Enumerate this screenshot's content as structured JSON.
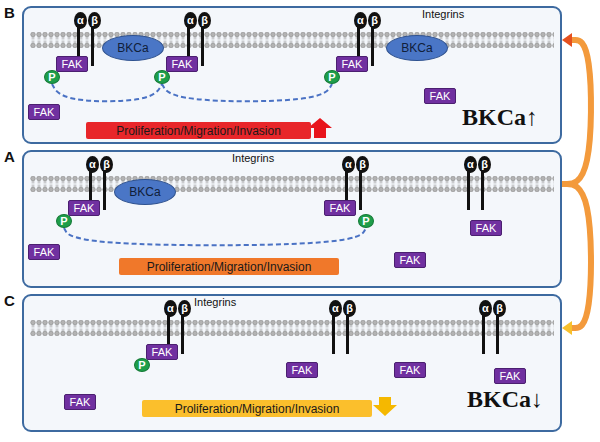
{
  "diagram": {
    "nodes": [
      {
        "text": [
          "B"
        ]
      },
      {
        "text": [
          "α"
        ],
        "in": 0
      },
      {
        "text": [
          "β"
        ],
        "in": 0
      },
      {
        "text": [
          "α"
        ],
        "in": 0
      },
      {
        "text": [
          "β"
        ],
        "in": 0
      },
      {
        "text": [
          "α"
        ],
        "in": 0
      },
      {
        "text": [
          "β"
        ],
        "in": 0
      },
      {
        "text": [
          "BKCa"
        ],
        "in": 0
      },
      {
        "text": [
          "BKCa"
        ],
        "in": 0
      },
      {
        "text": [
          "FAK"
        ],
        "in": 0
      },
      {
        "text": [
          "FAK"
        ],
        "in": 0
      },
      {
        "text": [
          "FAK"
        ],
        "in": 0
      },
      {
        "text": [
          "P"
        ],
        "in": 0
      },
      {
        "text": [
          "P"
        ],
        "in": 0
      },
      {
        "text": [
          "P"
        ],
        "in": 0
      },
      {
        "text": [
          "FAK"
        ],
        "in": 0
      },
      {
        "text": [
          "FAK"
        ],
        "in": 0
      },
      {
        "text": [
          "Proliferation/Migration/Invasion"
        ],
        "in": 0
      },
      {
        "text": [
          "A"
        ]
      },
      {
        "text": [
          "α"
        ],
        "in": 18
      },
      {
        "text": [
          "β"
        ],
        "in": 18
      },
      {
        "text": [
          "α"
        ],
        "in": 18
      },
      {
        "text": [
          "β"
        ],
        "in": 18
      },
      {
        "text": [
          "α"
        ],
        "in": 18
      },
      {
        "text": [
          "β"
        ],
        "in": 18
      },
      {
        "text": [
          "BKCa"
        ],
        "in": 18
      },
      {
        "text": [
          "FAK"
        ],
        "in": 18
      },
      {
        "text": [
          "FAK"
        ],
        "in": 18
      },
      {
        "text": [
          "P"
        ],
        "in": 18
      },
      {
        "text": [
          "P"
        ],
        "in": 18
      },
      {
        "text": [
          "FAK"
        ],
        "in": 18
      },
      {
        "text": [
          "FAK"
        ],
        "in": 18
      },
      {
        "text": [
          "FAK"
        ],
        "in": 18
      },
      {
        "text": [
          "Proliferation/Migration/Invasion"
        ],
        "in": 18
      },
      {
        "text": [
          "C"
        ]
      },
      {
        "text": [
          "α"
        ],
        "in": 34
      },
      {
        "text": [
          "β"
        ],
        "in": 34
      },
      {
        "text": [
          "α"
        ],
        "in": 34
      },
      {
        "text": [
          "β"
        ],
        "in": 34
      },
      {
        "text": [
          "α"
        ],
        "in": 34
      },
      {
        "text": [
          "β"
        ],
        "in": 34
      },
      {
        "text": [
          "FAK"
        ],
        "in": 34
      },
      {
        "text": [
          "P"
        ],
        "in": 34
      },
      {
        "text": [
          "FAK"
        ],
        "in": 34
      },
      {
        "text": [
          "FAK"
        ],
        "in": 34
      },
      {
        "text": [
          "FAK"
        ],
        "in": 34
      },
      {
        "text": [
          "FAK"
        ],
        "in": 34
      },
      {
        "text": [
          "Proliferation/Migration/Invasion"
        ],
        "in": 34
      }
    ],
    "edges": [
      {
        "from": 12,
        "to": 13,
        "arrow": "none"
      },
      {
        "from": 13,
        "to": 14,
        "arrow": "none"
      },
      {
        "from": 28,
        "to": 29,
        "arrow": "none"
      },
      {
        "from": 18,
        "to": 0,
        "arrow": "to"
      },
      {
        "from": 18,
        "to": 34,
        "arrow": "to"
      }
    ],
    "labels": [
      "Integrins",
      "BKCa↑",
      "Integrins",
      "Integrins",
      "BKCa↓"
    ]
  }
}
